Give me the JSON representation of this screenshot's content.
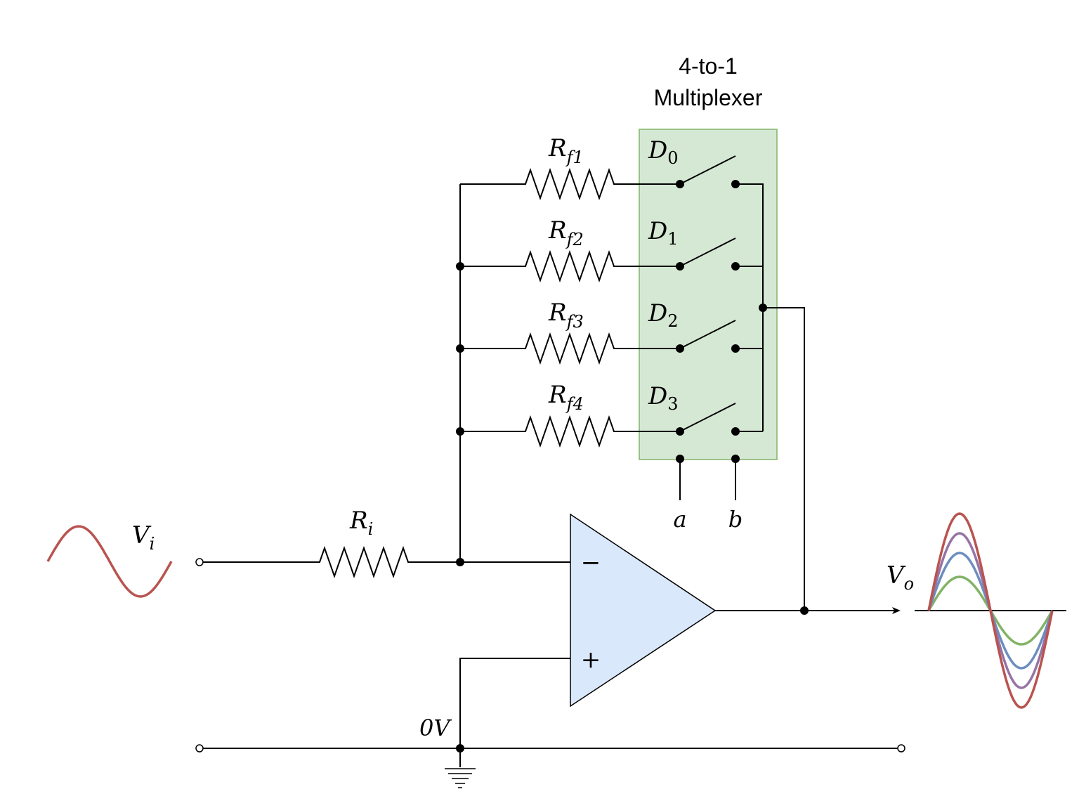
{
  "mux": {
    "title_line1": "4-to-1",
    "title_line2": "Multiplexer",
    "inputs": [
      {
        "base": "D",
        "sub": "0"
      },
      {
        "base": "D",
        "sub": "1"
      },
      {
        "base": "D",
        "sub": "2"
      },
      {
        "base": "D",
        "sub": "3"
      }
    ],
    "selects": [
      "a",
      "b"
    ],
    "fill_color": "#d5e8d4",
    "border_color": "#82b366"
  },
  "resistors": {
    "feedback": [
      {
        "base": "R",
        "sub": "f1"
      },
      {
        "base": "R",
        "sub": "f2"
      },
      {
        "base": "R",
        "sub": "f3"
      },
      {
        "base": "R",
        "sub": "f4"
      }
    ],
    "input": {
      "base": "R",
      "sub": "i"
    }
  },
  "opamp": {
    "minus": "−",
    "plus": "+",
    "fill_color": "#dae8fc"
  },
  "signals": {
    "vin": {
      "base": "V",
      "sub": "i"
    },
    "vout": {
      "base": "V",
      "sub": "o"
    },
    "ground_label": "0V"
  },
  "waveforms": {
    "input_color": "#b85450",
    "output_colors": [
      "#82b366",
      "#6c8ebf",
      "#9673a6",
      "#b85450"
    ]
  }
}
